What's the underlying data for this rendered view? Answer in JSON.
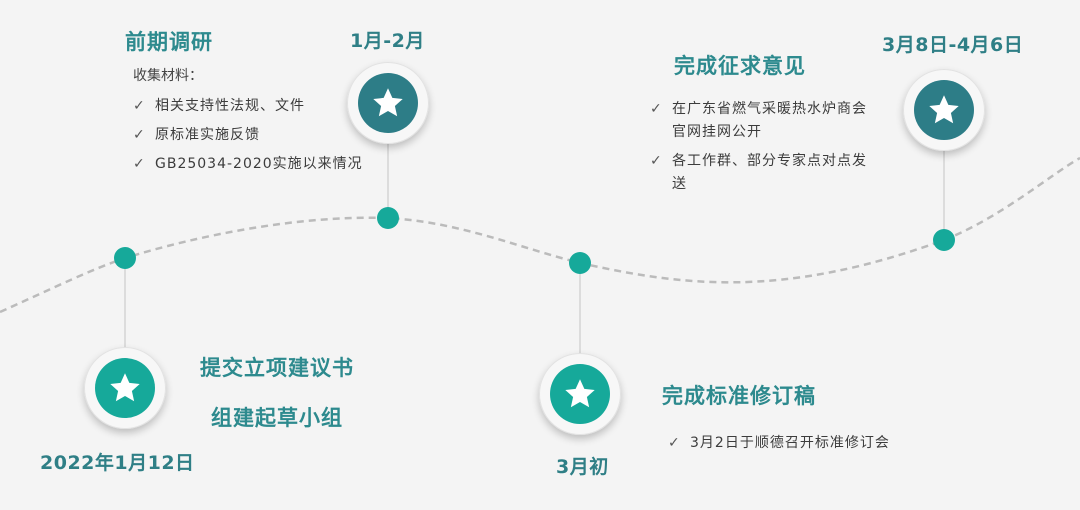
{
  "colors": {
    "teal": "#16a99a",
    "teal_dark": "#2d7d87",
    "title": "#2d8a8e",
    "curve": "#bbbbbb",
    "connector": "#cccccc",
    "background": "#f4f4f4"
  },
  "milestones": [
    {
      "date": "2022年1月12日",
      "titles": [
        "提交立项建议书",
        "组建起草小组"
      ],
      "medal_color": "teal"
    },
    {
      "date": "1月-2月",
      "title": "前期调研",
      "subhead": "收集材料：",
      "items": [
        "相关支持性法规、文件",
        "原标准实施反馈",
        "GB25034-2020实施以来情况"
      ],
      "medal_color": "teal_dark"
    },
    {
      "date": "3月初",
      "title": "完成标准修订稿",
      "items": [
        "3月2日于顺德召开标准修订会"
      ],
      "medal_color": "teal"
    },
    {
      "date": "3月8日-4月6日",
      "title": "完成征求意见",
      "items": [
        "在广东省燃气采暖热水炉商会官网挂网公开",
        "各工作群、部分专家点对点发送"
      ],
      "medal_color": "teal_dark"
    }
  ],
  "icons": {
    "medal": "star-icon",
    "bullet": "check-icon"
  }
}
